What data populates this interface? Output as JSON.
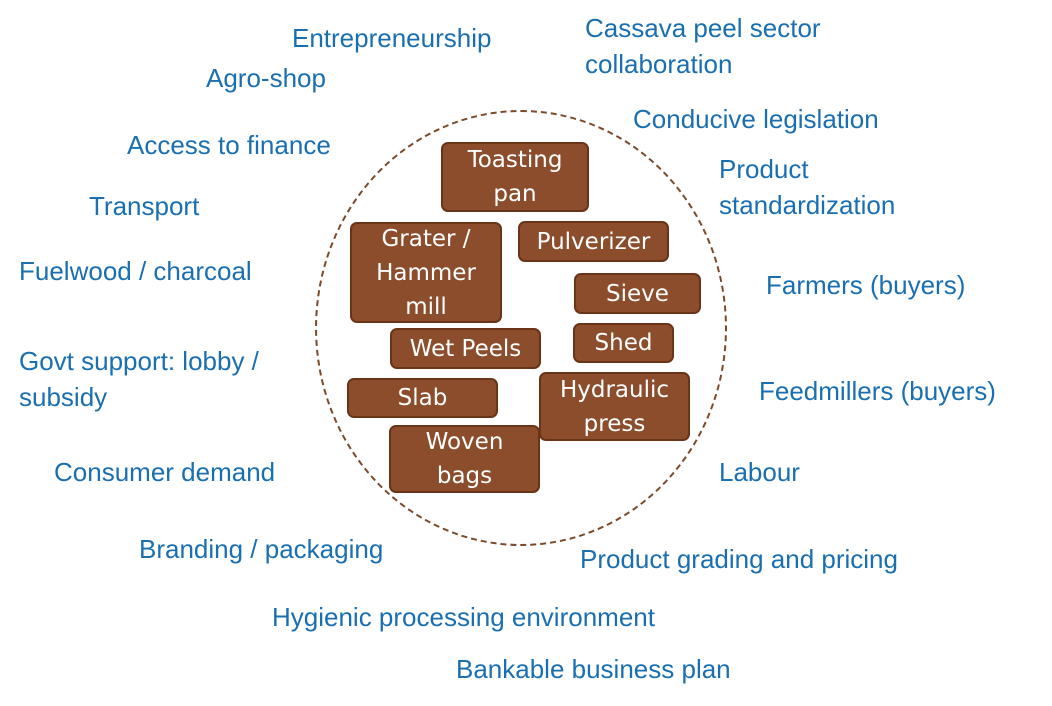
{
  "colors": {
    "outer_text": "#1a6fb0",
    "box_fill": "#8b4d2c",
    "box_border": "#6a3418",
    "box_text": "#ffffff",
    "circle_stroke": "#7a4a2a"
  },
  "outer_labels": {
    "entrepreneurship": "Entrepreneurship",
    "cassava_peel": "Cassava peel sector\ncollaboration",
    "agro_shop": "Agro-shop",
    "conducive_legislation": "Conducive legislation",
    "access_to_finance": "Access to finance",
    "product_standardization": "Product\nstandardization",
    "transport": "Transport",
    "fuelwood": "Fuelwood / charcoal",
    "farmers": "Farmers (buyers)",
    "govt_support": "Govt support: lobby /\nsubsidy",
    "feedmillers": "Feedmillers (buyers)",
    "consumer_demand": "Consumer demand",
    "labour": "Labour",
    "branding": "Branding / packaging",
    "product_grading": "Product grading and pricing",
    "hygienic": "Hygienic processing environment",
    "bankable": "Bankable business plan"
  },
  "inner_boxes": {
    "toasting_pan": "Toasting\npan",
    "grater": "Grater /\nHammer\nmill",
    "pulverizer": "Pulverizer",
    "sieve": "Sieve",
    "wet_peels": "Wet Peels",
    "shed": "Shed",
    "slab": "Slab",
    "hydraulic_press": "Hydraulic\npress",
    "woven_bags": "Woven\nbags"
  }
}
